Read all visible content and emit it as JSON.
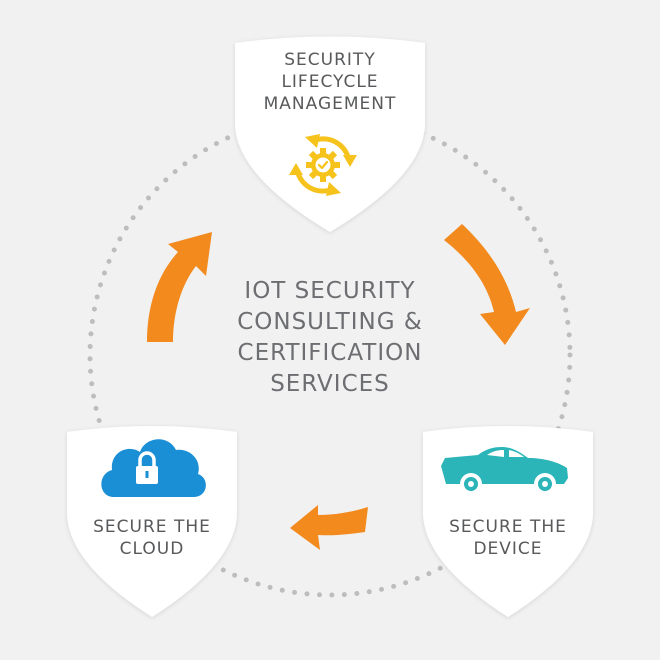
{
  "diagram": {
    "center": {
      "lines": [
        "IOT SECURITY",
        "CONSULTING &",
        "CERTIFICATION",
        "SERVICES"
      ]
    },
    "nodes": [
      {
        "id": "lifecycle",
        "lines": [
          "SECURITY",
          "LIFECYCLE",
          "MANAGEMENT"
        ],
        "icon": "gear-cycle-icon"
      },
      {
        "id": "cloud",
        "lines": [
          "SECURE THE",
          "CLOUD"
        ],
        "icon": "cloud-lock-icon"
      },
      {
        "id": "device",
        "lines": [
          "SECURE THE",
          "DEVICE"
        ],
        "icon": "car-icon"
      }
    ],
    "colors": {
      "background": "#f1f1f1",
      "shield": "#ffffff",
      "arrow": "#f28a1e",
      "dots": "#bdbdbd",
      "text": "#58595b",
      "gear_icon": "#f6c21c",
      "cloud_icon": "#1a8fd6",
      "car_icon": "#2bb5b8"
    }
  }
}
